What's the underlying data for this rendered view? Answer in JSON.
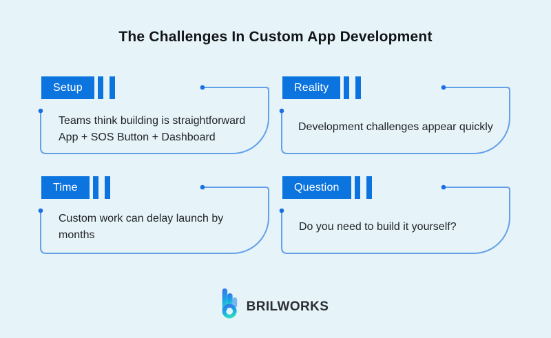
{
  "page": {
    "title": "The Challenges In Custom App Development",
    "background": "#E6F3F8"
  },
  "colors": {
    "label_background": "#0C74DF",
    "label_text": "#FFFFFF",
    "connector_line": "#64A0E8",
    "connector_dot": "#1B6FE3",
    "title_text": "#121517",
    "body_text": "#202428",
    "logo_text_color": "#2A2E33",
    "logo_gradient_top": "#4468E8",
    "logo_gradient_bottom": "#2EDCC3",
    "logo_echo_blue": "#7AB2F3"
  },
  "cards": [
    {
      "label": "Setup",
      "body": "Teams think building is straightforward\nApp + SOS Button + Dashboard"
    },
    {
      "label": "Reality",
      "body": "Development challenges appear quickly"
    },
    {
      "label": "Time",
      "body": "Custom work can delay launch by\nmonths"
    },
    {
      "label": "Question",
      "body": "Do you need to build it yourself?"
    }
  ],
  "logo": {
    "text": "BRILWORKS",
    "icon": "brilworks-b-mark"
  }
}
